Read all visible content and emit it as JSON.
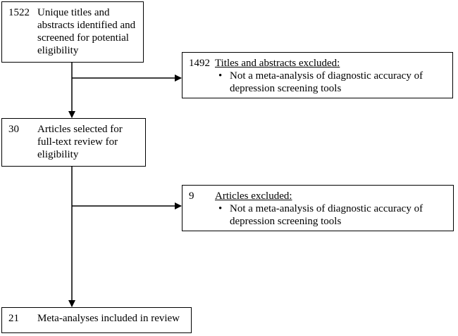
{
  "boxes": {
    "identified": {
      "count": "1522",
      "text": "Unique titles and abstracts identified and screened for potential eligibility"
    },
    "excluded_1": {
      "count": "1492",
      "title": "Titles and abstracts excluded:",
      "reason": "Not a meta-analysis of diagnostic accuracy of depression screening tools"
    },
    "selected": {
      "count": "30",
      "text": "Articles selected for full-text review for eligibility"
    },
    "excluded_2": {
      "count": "9",
      "title": "Articles excluded:",
      "reason": "Not a meta-analysis of diagnostic accuracy of depression screening tools"
    },
    "included": {
      "count": "21",
      "text": "Meta-analyses included in review"
    }
  },
  "icons": {
    "bullet": "•"
  }
}
